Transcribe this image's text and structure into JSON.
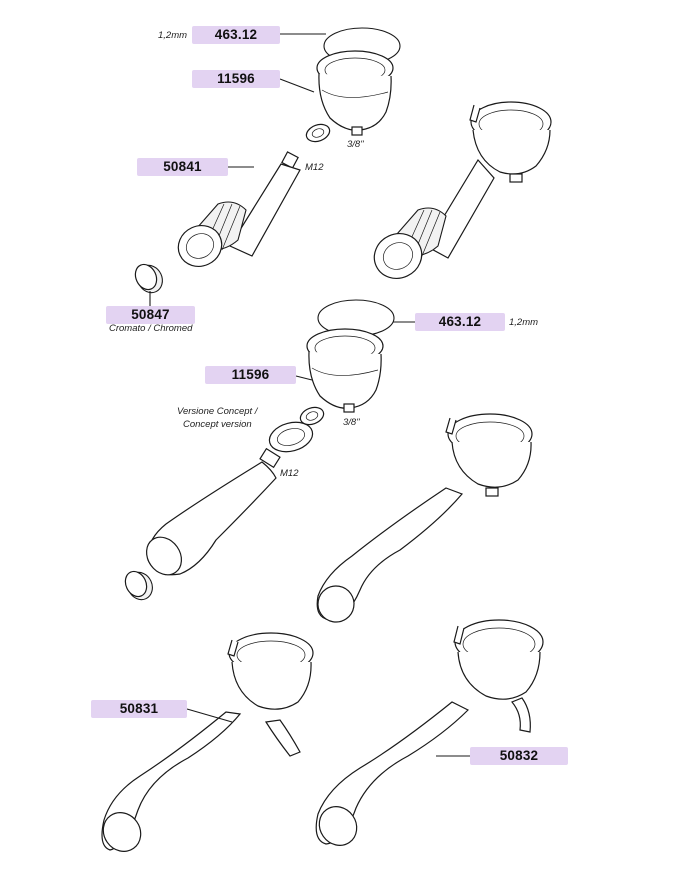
{
  "labels": {
    "gasket_top_code": "463.12",
    "gasket_top_note": "1,2mm",
    "basket_top_code": "11596",
    "thread_top_note": "3/8\"",
    "handle_top_code": "50841",
    "handle_top_thread": "M12",
    "cap_code": "50847",
    "cap_note": "Cromato / Chromed",
    "gasket_mid_code": "463.12",
    "gasket_mid_note": "1,2mm",
    "basket_mid_code": "11596",
    "thread_mid_note": "3/8\"",
    "concept_note_line1": "Versione Concept /",
    "concept_note_line2": "Concept version",
    "handle_mid_thread": "M12",
    "assembly_left_code": "50831",
    "assembly_right_code": "50832"
  },
  "colors": {
    "tag_fill": "#e3d3f2",
    "line": "#1a1a1a"
  }
}
